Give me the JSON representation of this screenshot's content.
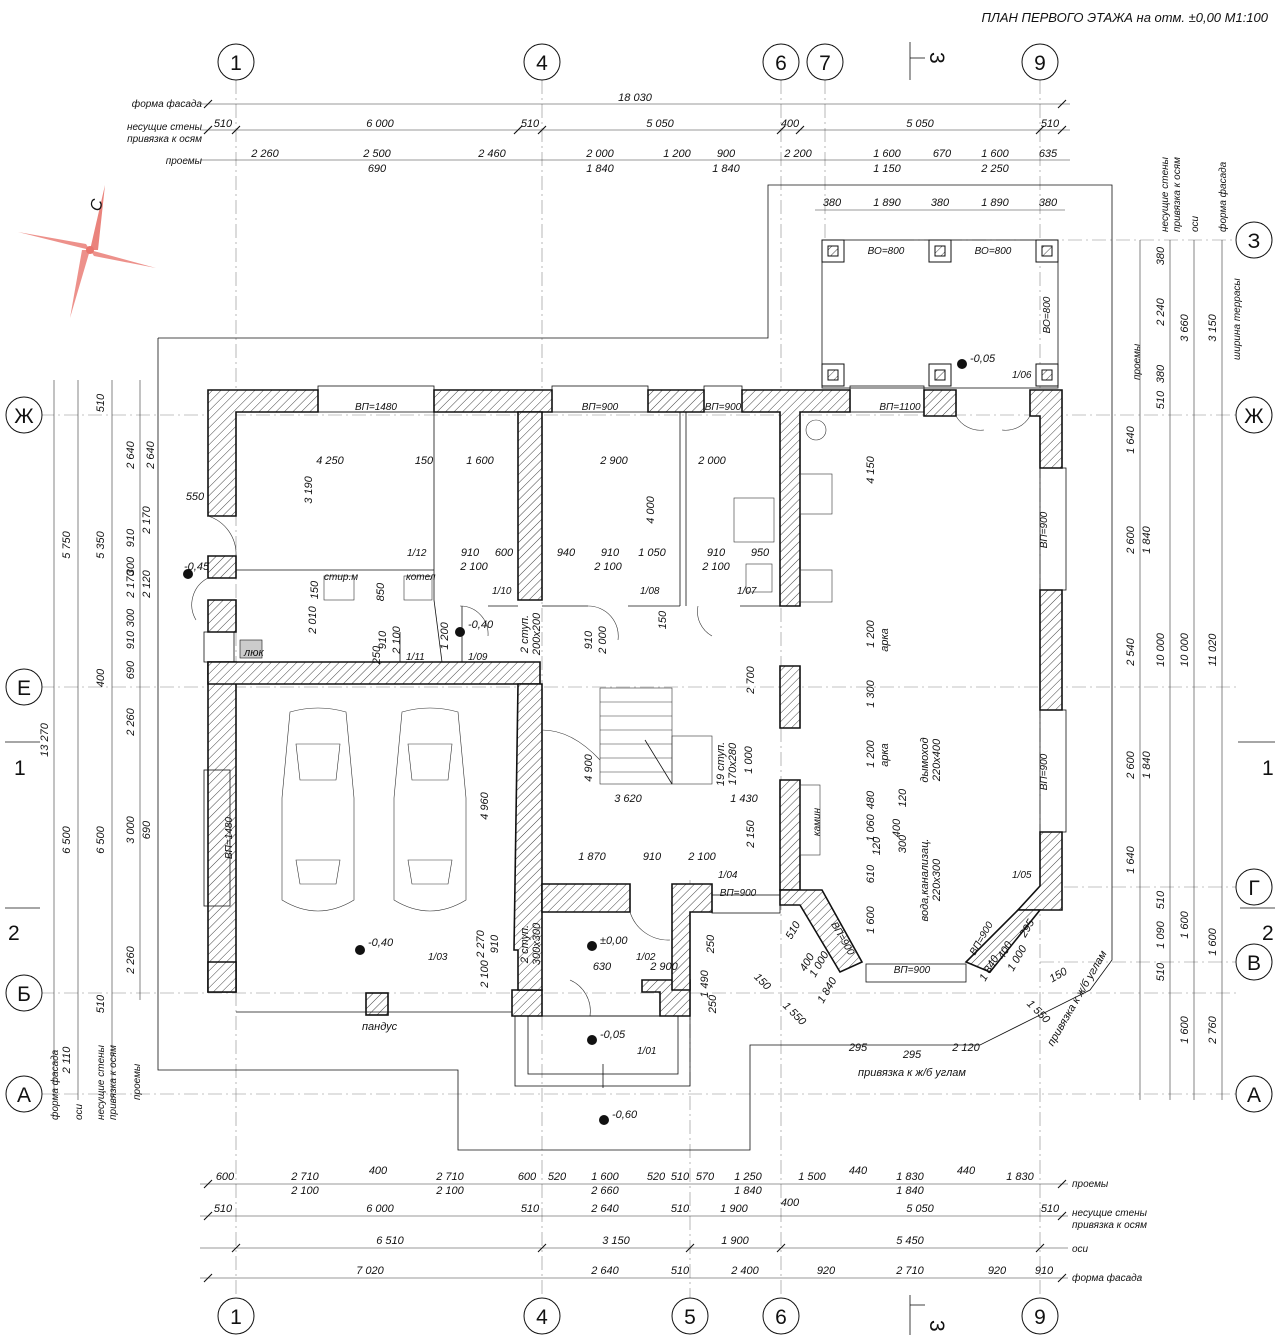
{
  "title": "ПЛАН ПЕРВОГО ЭТАЖА на отм. ±0,00 М1:100",
  "compass": "С",
  "axes": {
    "top": [
      "1",
      "4",
      "6",
      "7",
      "9"
    ],
    "bottom": [
      "1",
      "4",
      "5",
      "6",
      "9"
    ],
    "left": [
      "Ж",
      "Е",
      "Б",
      "А"
    ],
    "right": [
      "З",
      "Ж",
      "Г",
      "В",
      "А"
    ],
    "section_1": "1",
    "section_2": "2",
    "section_3": "3"
  },
  "row_labels": {
    "facade": "форма фасада",
    "walls_1": "несущие стены",
    "walls_2": "привязка к осям",
    "openings": "проемы",
    "axes": "оси",
    "terrace": "ширина террасы",
    "rc_corners": "привязка к ж/б углам"
  },
  "top_dims": {
    "facade": [
      "18 030"
    ],
    "walls": [
      "510",
      "6 000",
      "510",
      "5 050",
      "400",
      "5 050",
      "510"
    ],
    "openings": [
      "2 260",
      "2 500",
      "690",
      "2 460",
      "2 000",
      "1 840",
      "1 200",
      "900",
      "1 840",
      "2 200",
      "1 600",
      "1 150",
      "670",
      "1 600",
      "2 250",
      "635"
    ],
    "terrace": [
      "380",
      "1 890",
      "380",
      "1 890",
      "380"
    ]
  },
  "bottom_dims": {
    "openings": [
      "600",
      "2 710",
      "2 100",
      "400",
      "2 710",
      "2 100",
      "600",
      "520",
      "1 600",
      "2 660",
      "520",
      "510",
      "570",
      "1 250",
      "1 840",
      "1 500",
      "440",
      "1 830",
      "1 840",
      "440",
      "1 830"
    ],
    "walls": [
      "510",
      "6 000",
      "510",
      "2 640",
      "510",
      "1 900",
      "400",
      "5 050",
      "510"
    ],
    "axes": [
      "6 510",
      "3 150",
      "1 900",
      "5 450"
    ],
    "facade": [
      "7 020",
      "2 640",
      "510",
      "2 400",
      "920",
      "2 710",
      "920",
      "910"
    ]
  },
  "left_dims": {
    "facade": [
      "2 110",
      "6 500",
      "13 270",
      "5 750"
    ],
    "walls": [
      "510",
      "6 500",
      "400",
      "5 350",
      "510"
    ],
    "axes": [
      "2 260",
      "3 000",
      "690",
      "2 260",
      "690",
      "910",
      "300",
      "2 170",
      "2 120",
      "910",
      "300",
      "2 170",
      "2 640",
      "2 640"
    ]
  },
  "right_dims": {
    "openings": [
      "1 640",
      "2 600",
      "1 840",
      "2 540",
      "2 600",
      "1 840",
      "1 640",
      "510",
      "1 090",
      "510"
    ],
    "walls": [
      "380",
      "2 240",
      "380",
      "510",
      "10 000",
      "1 600"
    ],
    "axes": [
      "3 660",
      "10 000",
      "1 600",
      "2 760"
    ],
    "facade": [
      "3 150",
      "11 020",
      "1 600"
    ]
  },
  "rooms": [
    "1/01",
    "1/02",
    "1/03",
    "1/04",
    "1/05",
    "1/06",
    "1/07",
    "1/08",
    "1/09",
    "1/10",
    "1/11",
    "1/12"
  ],
  "levels": [
    "-0,05",
    "-0,45",
    "-0,40",
    "-0,40",
    "±0,00",
    "-0,05",
    "-0,60"
  ],
  "openings": [
    "ВП=1480",
    "ВП=900",
    "ВП=900",
    "ВП=1100",
    "ВП=900",
    "ВП=900",
    "ВП=1480",
    "ВП=900",
    "ВП=900",
    "ВП=900",
    "ВП=900",
    "ВО=800",
    "ВО=800",
    "ВО=800"
  ],
  "labels": {
    "hatch": "люк",
    "washer": "стир.м",
    "boiler": "котел",
    "ramp": "пандус",
    "arch1": "арка",
    "arch2": "арка",
    "flue1": "дымоход",
    "flue2": "220х400",
    "pipes1": "вода,канализац.",
    "pipes2": "220х300",
    "fireplace": "камин",
    "stair_main1": "19 ступ.",
    "stair_main2": "170х280",
    "steps_a1": "2 ступ.",
    "steps_a2": "200х200",
    "steps_b1": "2 ступ.",
    "steps_b2": "300х300"
  },
  "interior_dims": [
    "4 250",
    "150",
    "1 600",
    "2 900",
    "2 000",
    "3 190",
    "4 000",
    "550",
    "910",
    "600",
    "940",
    "910",
    "1 050",
    "910",
    "950",
    "2 100",
    "2 100",
    "2 100",
    "150",
    "850",
    "2 010",
    "910",
    "2 100",
    "1 200",
    "250",
    "910",
    "2 000",
    "150",
    "2 700",
    "4 150",
    "1 200",
    "1 300",
    "1 200",
    "480",
    "1 060",
    "610",
    "120",
    "400",
    "300",
    "120",
    "1 600",
    "4 900",
    "1 000",
    "3 620",
    "1 430",
    "2 150",
    "4 960",
    "1 870",
    "910",
    "2 100",
    "2 270",
    "910",
    "2 100",
    "630",
    "2 900",
    "250",
    "1 490",
    "250",
    "510",
    "400",
    "1 000",
    "1 840",
    "150",
    "1 550",
    "295",
    "295",
    "2 120",
    "295",
    "400",
    "1 000",
    "1 840",
    "150",
    "1 550",
    "295"
  ],
  "colors": {
    "compass": "#e8766e",
    "line": "#111111",
    "axis": "#888888"
  }
}
